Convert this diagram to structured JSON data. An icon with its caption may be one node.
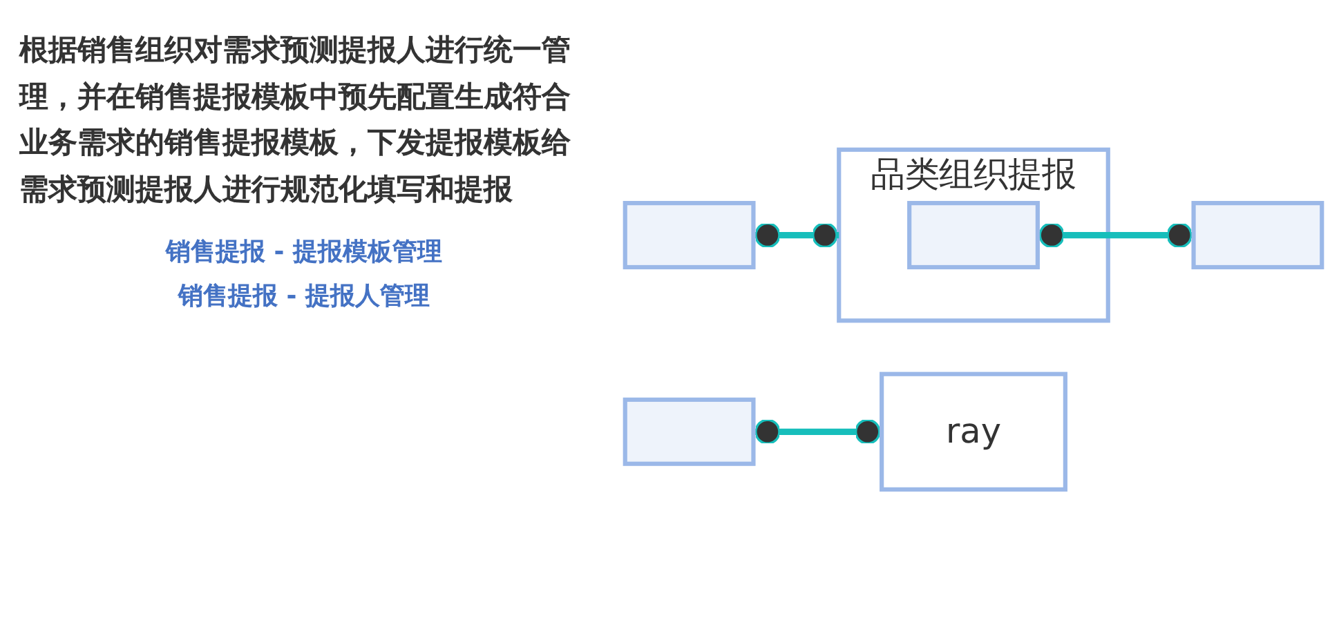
{
  "diagram": {
    "nodes": [
      {
        "text": [],
        "shape": "box"
      },
      {
        "text": [
          "ray"
        ]
      },
      {
        "text": [],
        "shape": "box"
      },
      {
        "text": [
          "品类组织提报"
        ]
      },
      {
        "text": [],
        "shape": "box",
        "in": 3
      },
      {
        "text": [],
        "shape": "box"
      }
    ],
    "edges": [
      {
        "from": 0,
        "to": 1,
        "arrow": "other"
      },
      {
        "from": 2,
        "to": 3,
        "arrow": "other"
      },
      {
        "from": 4,
        "to": 5,
        "arrow": "other"
      }
    ],
    "labels": [
      "根据销售组织对需求预测提报人进行统一管理，并在销售提报模板中预先配置生成符合业务需求的销售提报模板，下发提报模板给需求预测提报人进行规范化填写和提报",
      "销售提报 - 提报模板管理",
      "销售提报 - 提报人管理"
    ]
  }
}
